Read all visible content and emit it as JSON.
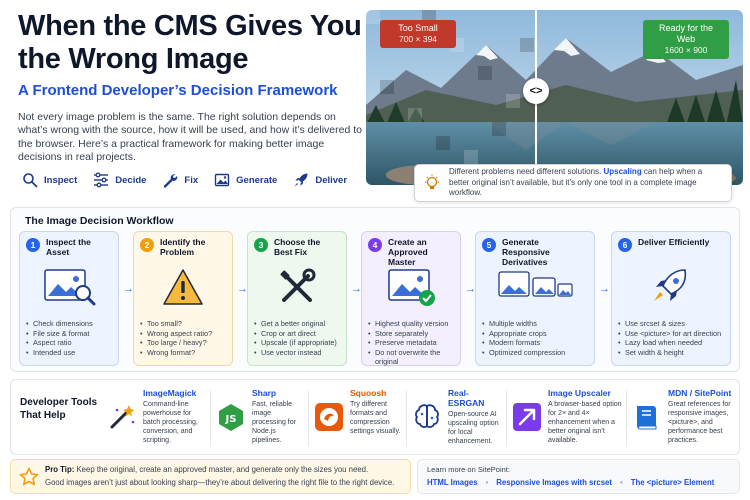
{
  "header": {
    "title": "When the CMS Gives You the Wrong Image",
    "subtitle": "A Frontend Developer’s Decision Framework",
    "intro": "Not every image problem is the same. The right solution depends on what’s wrong with the source, how it will be used, and how it’s delivered to the browser. Here’s a practical framework for making better image decisions in real projects.",
    "steps": [
      {
        "label": "Inspect",
        "icon": "magnifier-icon"
      },
      {
        "label": "Decide",
        "icon": "sliders-icon"
      },
      {
        "label": "Fix",
        "icon": "wrench-icon"
      },
      {
        "label": "Generate",
        "icon": "image-icon"
      },
      {
        "label": "Deliver",
        "icon": "rocket-icon"
      }
    ]
  },
  "hero": {
    "left_badge": {
      "title": "Too Small",
      "size": "700 × 394"
    },
    "right_badge": {
      "title": "Ready for the Web",
      "size": "1600 × 900"
    },
    "handle": "<>",
    "callout_before": "Different problems need different solutions. ",
    "callout_highlight": "Upscaling",
    "callout_after": " can help when a better original isn’t available, but it’s only one tool in a complete image workflow."
  },
  "workflow": {
    "title": "The Image Decision Workflow",
    "steps": [
      {
        "num": "1",
        "title": "Inspect the Asset",
        "items": [
          "Check dimensions",
          "File size & format",
          "Aspect ratio",
          "Intended use"
        ]
      },
      {
        "num": "2",
        "title": "Identify the Problem",
        "items": [
          "Too small?",
          "Wrong aspect ratio?",
          "Too large / heavy?",
          "Wrong format?"
        ]
      },
      {
        "num": "3",
        "title": "Choose the Best Fix",
        "items": [
          "Get a better original",
          "Crop or art direct",
          "Upscale (if appropriate)",
          "Use vector instead"
        ]
      },
      {
        "num": "4",
        "title": "Create an Approved Master",
        "items": [
          "Highest quality version",
          "Store separately",
          "Preserve metadata",
          "Do not overwrite the original"
        ]
      },
      {
        "num": "5",
        "title": "Generate Responsive Derivatives",
        "items": [
          "Multiple widths",
          "Appropriate crops",
          "Modern formats",
          "Optimized compression"
        ]
      },
      {
        "num": "6",
        "title": "Deliver Efficiently",
        "items": [
          "Use srcset & sizes",
          "Use <picture> for art direction",
          "Lazy load when needed",
          "Set width & height"
        ]
      }
    ]
  },
  "tools": {
    "label": "Developer Tools That Help",
    "items": [
      {
        "name": "ImageMagick",
        "desc": "Command-line powerhouse for batch processing, conversion, and scripting."
      },
      {
        "name": "Sharp",
        "desc": "Fast, reliable image processing for Node.js pipelines."
      },
      {
        "name": "Squoosh",
        "desc": "Try different formats and compression settings visually."
      },
      {
        "name": "Real-ESRGAN",
        "desc": "Open-source AI upscaling option for local enhancement."
      },
      {
        "name": "Image Upscaler",
        "desc": "A browser-based option for 2× and 4× enhancement when a better original isn’t available."
      },
      {
        "name": "MDN / SitePoint",
        "desc": "Great references for responsive images, <picture>, and performance best practices."
      }
    ]
  },
  "tip": {
    "label": "Pro Tip:",
    "line1": " Keep the original, create an approved master, and generate only the sizes you need.",
    "line2": "Good images aren’t just about looking sharp—they’re about delivering the right file to the right device."
  },
  "more": {
    "label": "Learn more on SitePoint:",
    "links": [
      "HTML Images",
      "Responsive Images with srcset",
      "The <picture> Element"
    ]
  },
  "colors": {
    "accent_blue": "#1d4ed8",
    "step_colors": [
      "#2563eb",
      "#f59e0b",
      "#16a34a",
      "#7c3aed",
      "#2563eb",
      "#2563eb"
    ]
  }
}
